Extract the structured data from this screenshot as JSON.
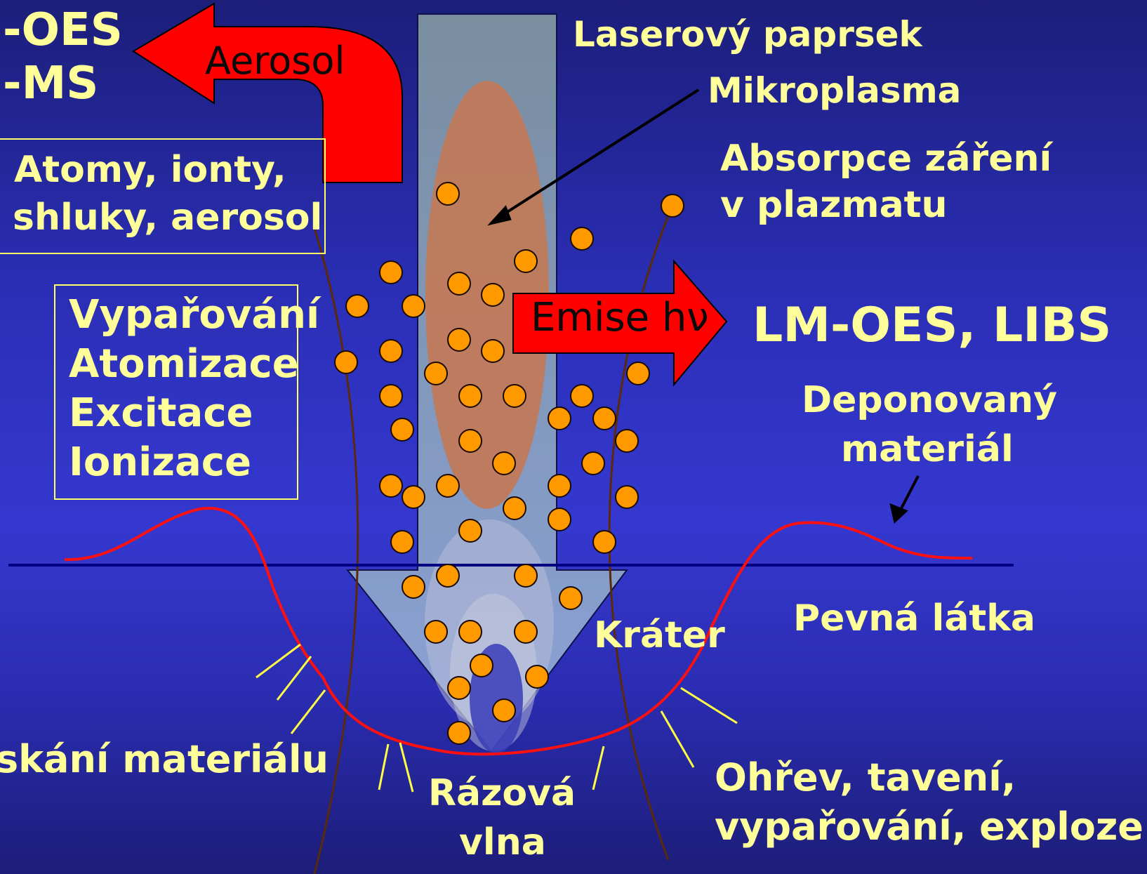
{
  "labels": {
    "oes": "-OES",
    "ms": "-MS",
    "aerosol_arrow": "Aerosol",
    "laser_beam": "Laserový paprsek",
    "microplasma": "Mikroplasma",
    "absorption_line1": "Absorpce záření",
    "absorption_line2": "v plazmatu",
    "atoms_line1": "Atomy, ionty,",
    "atoms_line2": "shluky, aerosol",
    "processes": [
      "Vypařování",
      "Atomizace",
      "Excitace",
      "Ionizace"
    ],
    "emission_arrow": "Emise hν",
    "lm_oes": "LM-OES, LIBS",
    "deposited_line1": "Deponovaný",
    "deposited_line2": "materiál",
    "solid": "Pevná látka",
    "crater": "Kráter",
    "material_ejection": "skání materiálu",
    "shock_line1": "Rázová",
    "shock_line2": "vlna",
    "heating_line1": "Ohřev, tavení,",
    "heating_line2": "vypařování, exploze"
  },
  "colors": {
    "text": "#ffff99",
    "arrow_red": "#ff0000",
    "particle": "#ff9900",
    "plasma": "#c07a5a",
    "surface_line": "#000080",
    "crater_outline": "#ff1010",
    "plume_lines": "#5a2a0a"
  }
}
